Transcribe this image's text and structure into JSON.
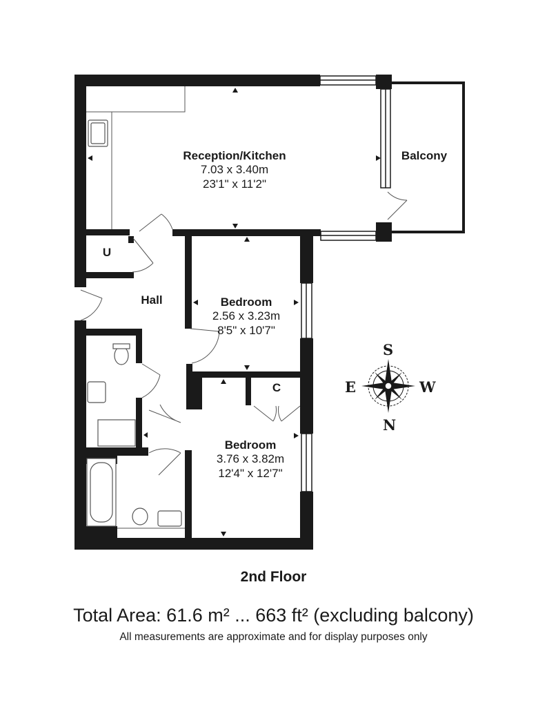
{
  "rooms": {
    "reception": {
      "name": "Reception/Kitchen",
      "metric": "7.03 x 3.40m",
      "imperial": "23'1\" x 11'2\""
    },
    "balcony": {
      "name": "Balcony"
    },
    "hall": {
      "name": "Hall"
    },
    "utility": {
      "name": "U"
    },
    "bedroom1": {
      "name": "Bedroom",
      "metric": "2.56 x 3.23m",
      "imperial": "8'5\" x 10'7\""
    },
    "cupboard": {
      "name": "C"
    },
    "bedroom2": {
      "name": "Bedroom",
      "metric": "3.76 x 3.82m",
      "imperial": "12'4\" x 12'7\""
    }
  },
  "compass": {
    "north": "N",
    "south": "S",
    "east": "E",
    "west": "W"
  },
  "footer": {
    "floor": "2nd Floor",
    "total_area": "Total Area: 61.6 m² ... 663 ft² (excluding balcony)",
    "disclaimer": "All measurements are approximate and for display purposes only"
  },
  "colors": {
    "wall": "#1a1a1a",
    "fixture": "#555555",
    "background": "#ffffff"
  }
}
